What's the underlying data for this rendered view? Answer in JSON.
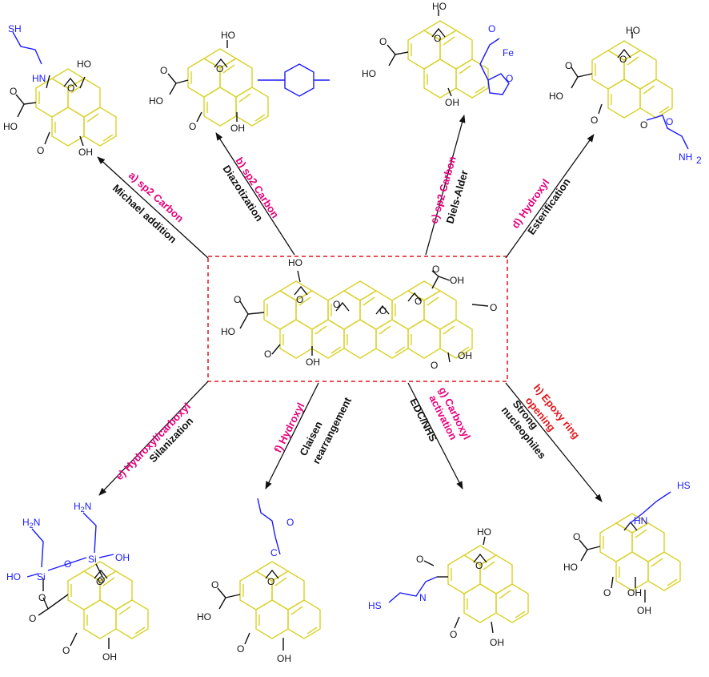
{
  "colors": {
    "ring": "#d9d22b",
    "category_pink": "#e6007e",
    "category_red": "#e3141b",
    "substituent": "#1a1aff",
    "box": "#e3141b"
  },
  "reactions": [
    {
      "id": "a",
      "category": "a) sp2 Carbon",
      "method": "Michael addition"
    },
    {
      "id": "b",
      "category": "b) sp2 Carbon",
      "method": "Diazotization"
    },
    {
      "id": "c",
      "category": "c) sp2 Carbon",
      "method": "Diels-Alder"
    },
    {
      "id": "d",
      "category": "d) Hydroxyl",
      "method": "Esterification"
    },
    {
      "id": "e",
      "category": "e) Hydroxyl/carboxyl",
      "method": "Silanization"
    },
    {
      "id": "f",
      "category": "f) Hydroxyl",
      "method": "Claisen rearrangement"
    },
    {
      "id": "f2",
      "category": "",
      "method": "rearrangement"
    },
    {
      "id": "g",
      "category": "g) Carboxyl",
      "category2": "activation",
      "method": "EDC/NHS"
    },
    {
      "id": "h",
      "category": "h) Epoxy ring",
      "category2": "opening",
      "method": "Strong",
      "method2": "nucleophiles"
    }
  ],
  "atoms": {
    "oh": "OH",
    "ho": "HO",
    "o": "O",
    "sh": "SH",
    "hs": "HS",
    "hn": "HN",
    "nh": "NH",
    "n": "N",
    "nh2": "NH",
    "h2n": "H",
    "fe": "Fe",
    "si": "Si",
    "c": "C",
    "two": "2"
  }
}
